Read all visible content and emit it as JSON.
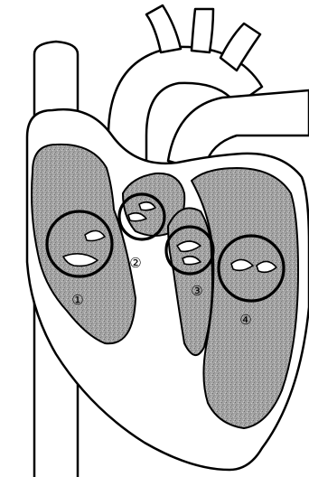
{
  "figure": {
    "background": "#ffffff",
    "chamber_fill": "#a6a6a6",
    "outline_color": "#000000"
  },
  "labels": [
    {
      "id": "1",
      "text": "①"
    },
    {
      "id": "2",
      "text": "②"
    },
    {
      "id": "3",
      "text": "③"
    },
    {
      "id": "4",
      "text": "④"
    }
  ]
}
